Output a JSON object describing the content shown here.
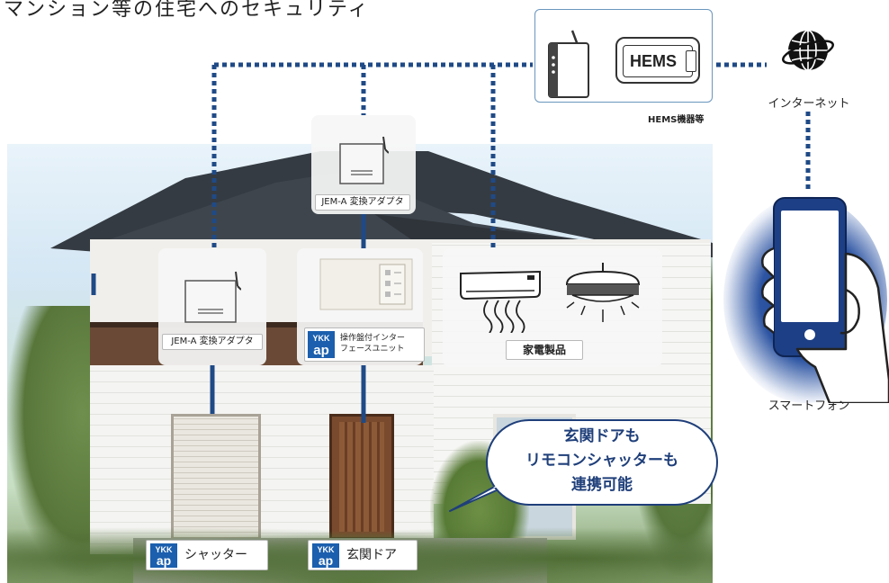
{
  "header_text": "マンション等の住宅へのセキュリティ",
  "hems": {
    "screen_text": "HEMS",
    "caption": "HEMS機器等"
  },
  "internet": {
    "label": "インターネット"
  },
  "smartphone": {
    "label": "スマートフォン"
  },
  "adapters": {
    "top_label": "JEM-A 変換アダプタ",
    "left_label": "JEM-A 変換アダプタ"
  },
  "interface_unit": {
    "label_line1": "操作盤付インター",
    "label_line2": "フェースユニット"
  },
  "appliances": {
    "label": "家電製品"
  },
  "bubble": {
    "line1": "玄関ドアも",
    "line2": "リモコンシャッターも",
    "line3": "連携可能"
  },
  "bottom_labels": {
    "shutter": "シャッター",
    "door": "玄関ドア"
  },
  "logo": {
    "line1": "YKK",
    "line2": "ap"
  },
  "colors": {
    "line_color": "#1f4a86",
    "bubble_text": "#1f3f7a",
    "logo_blue": "#1b5fae",
    "phone_blue": "#1d3f85"
  },
  "icons": [
    "router-icon",
    "hems-panel-icon",
    "globe-icon",
    "smartphone-icon",
    "adapter-icon",
    "air-conditioner-icon",
    "ceiling-lamp-icon",
    "ykk-ap-logo"
  ]
}
